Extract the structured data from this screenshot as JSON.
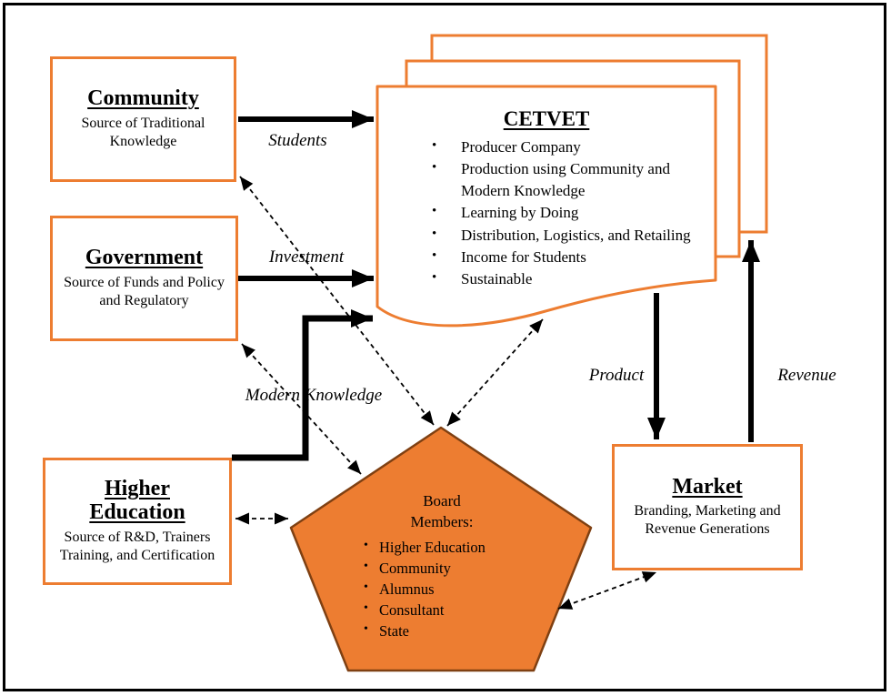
{
  "diagram": {
    "boxes": {
      "community": {
        "title": "Community",
        "body": "Source of Traditional Knowledge"
      },
      "government": {
        "title": "Government",
        "body": "Source of Funds and Policy and Regulatory"
      },
      "higher_education": {
        "title": "Higher Education",
        "body": "Source of R&D, Trainers Training, and Certification"
      },
      "market": {
        "title": "Market",
        "body": "Branding, Marketing and Revenue Generations"
      }
    },
    "cetvet": {
      "title": "CETVET",
      "bullets": [
        "Producer Company",
        "Production using Community and Modern Knowledge",
        "Learning by Doing",
        "Distribution, Logistics, and Retailing",
        "Income for Students",
        "Sustainable"
      ]
    },
    "board": {
      "title": "Board Members:",
      "bullets": [
        "Higher Education",
        "Community",
        "Alumnus",
        "Consultant",
        "State"
      ]
    },
    "flow_labels": {
      "students": "Students",
      "investment": "Investment",
      "modern_knowledge": "Modern Knowledge",
      "product": "Product",
      "revenue": "Revenue"
    },
    "bullet_glyph": "•",
    "colors": {
      "accent_orange": "#ED7D31",
      "pentagon_fill": "#ED7D31",
      "pentagon_border": "#7F4012",
      "arrow_black": "#000000",
      "frame_black": "#000000"
    }
  }
}
